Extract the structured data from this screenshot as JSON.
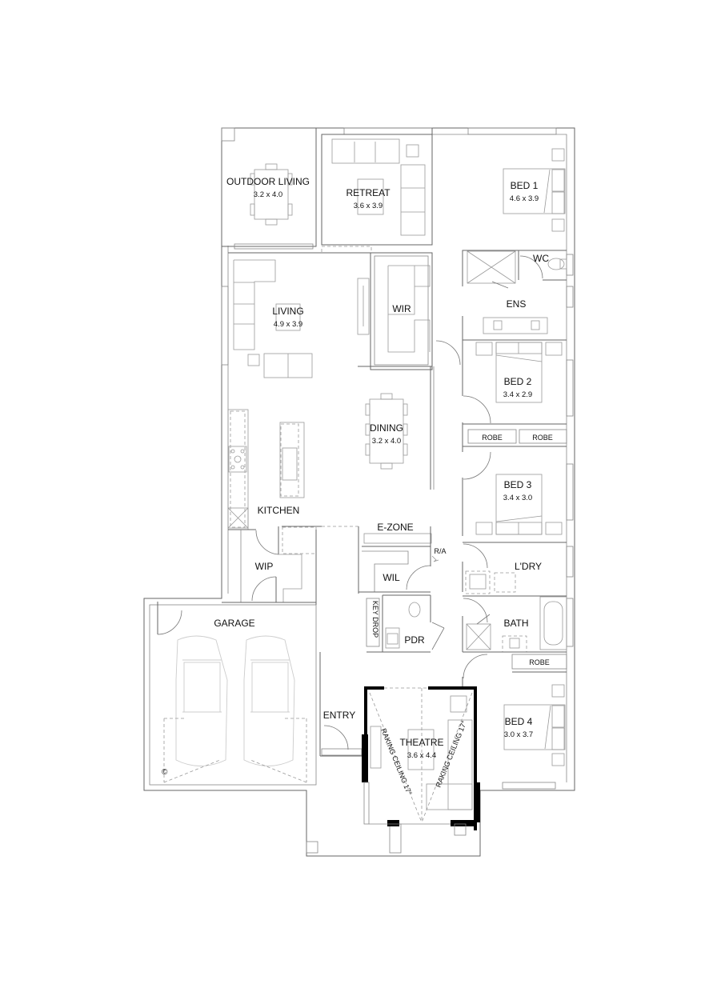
{
  "plan": {
    "rooms": [
      {
        "id": "outdoor-living",
        "name": "OUTDOOR LIVING",
        "dims": "3.2 x 4.0"
      },
      {
        "id": "retreat",
        "name": "RETREAT",
        "dims": "3.6 x 3.9"
      },
      {
        "id": "bed1",
        "name": "BED 1",
        "dims": "4.6 x 3.9"
      },
      {
        "id": "wc",
        "name": "WC",
        "dims": ""
      },
      {
        "id": "ens",
        "name": "ENS",
        "dims": ""
      },
      {
        "id": "living",
        "name": "LIVING",
        "dims": "4.9 x 3.9"
      },
      {
        "id": "wir",
        "name": "WIR",
        "dims": ""
      },
      {
        "id": "bed2",
        "name": "BED 2",
        "dims": "3.4 x 2.9"
      },
      {
        "id": "robe-a",
        "name": "ROBE",
        "dims": ""
      },
      {
        "id": "robe-b",
        "name": "ROBE",
        "dims": ""
      },
      {
        "id": "dining",
        "name": "DINING",
        "dims": "3.2 x 4.0"
      },
      {
        "id": "bed3",
        "name": "BED 3",
        "dims": "3.4 x 3.0"
      },
      {
        "id": "kitchen",
        "name": "KITCHEN",
        "dims": ""
      },
      {
        "id": "e-zone",
        "name": "E-ZONE",
        "dims": ""
      },
      {
        "id": "ldry",
        "name": "L'DRY",
        "dims": ""
      },
      {
        "id": "wip",
        "name": "WIP",
        "dims": ""
      },
      {
        "id": "wil",
        "name": "WIL",
        "dims": ""
      },
      {
        "id": "key-drop",
        "name": "KEY DROP",
        "dims": ""
      },
      {
        "id": "pdr",
        "name": "PDR",
        "dims": ""
      },
      {
        "id": "bath",
        "name": "BATH",
        "dims": ""
      },
      {
        "id": "robe-c",
        "name": "ROBE",
        "dims": ""
      },
      {
        "id": "garage",
        "name": "GARAGE",
        "dims": ""
      },
      {
        "id": "entry",
        "name": "ENTRY",
        "dims": ""
      },
      {
        "id": "theatre",
        "name": "THEATRE",
        "dims": "3.6 x 4.4"
      },
      {
        "id": "bed4",
        "name": "BED 4",
        "dims": "3.0 x 3.7"
      }
    ],
    "annotations": {
      "return_air": "R/A",
      "raking_ceiling_left": "RAKING CEILING 17°",
      "raking_ceiling_right": "RAKING CEILING 17°",
      "hws_symbol": "©"
    },
    "icons": {
      "car": "car-icon",
      "toilet": "toilet-icon",
      "cooktop": "cooktop-icon"
    }
  }
}
